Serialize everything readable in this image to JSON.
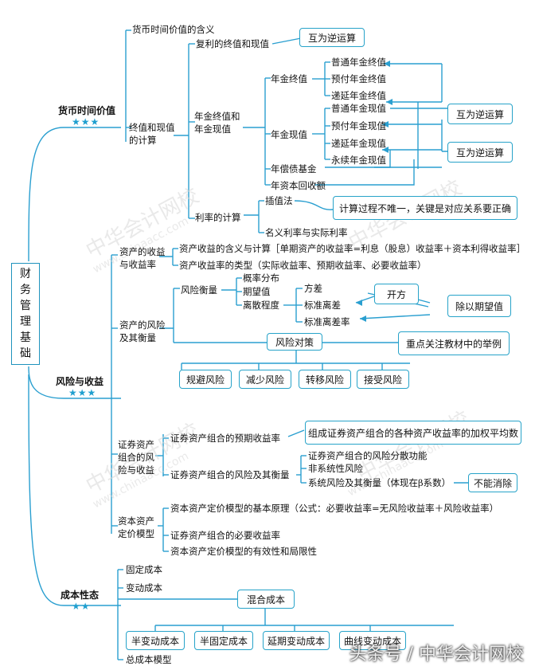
{
  "root": {
    "chars": [
      "财",
      "务",
      "管",
      "理",
      "基",
      "础"
    ]
  },
  "section1": {
    "title": "货币时间价值",
    "stars": "★★★",
    "meaning": "货币时间价值的含义",
    "calc": "终值和现值的计算",
    "compound": "复利的终值和现值",
    "annuity": "年金终值和年金现值",
    "annuity_fv": "年金终值",
    "annuity_pv": "年金现值",
    "fv_items": [
      "普通年金终值",
      "预付年金终值",
      "递延年金终值"
    ],
    "pv_items": [
      "普通年金现值",
      "预付年金现值",
      "递延年金现值",
      "永续年金现值"
    ],
    "sinking": "年偿债基金",
    "recovery": "年资本回收额",
    "rate": "利率的计算",
    "interp": "插值法",
    "nominal": "名义利率与实际利率",
    "inverse": "互为逆运算",
    "interp_note": "计算过程不唯一，关键是对应关系要正确"
  },
  "section2": {
    "title": "风险与收益",
    "stars": "★★★",
    "ret": "资产的收益与收益率",
    "ret1": "资产收益的含义与计算［单期资产的收益率=利息（股息）收益率＋资本利得收益率］",
    "ret2": "资产收益率的类型（实际收益率、预期收益率、必要收益率）",
    "risk": "资产的风险及其衡量",
    "measure": "风险衡量",
    "measure_items": [
      "概率分布",
      "期望值",
      "离散程度"
    ],
    "dispersion": [
      "方差",
      "标准离差",
      "标准离差率"
    ],
    "sqrt": "开方",
    "div": "除以期望值",
    "response": "风险对策",
    "response_note": "重点关注教材中的举例",
    "responses": [
      "规避风险",
      "减少风险",
      "转移风险",
      "接受风险"
    ],
    "portfolio": "证券资产组合的风险与收益",
    "pf_ret": "证券资产组合的预期收益率",
    "pf_ret_note": "组成证券资产组合的各种资产收益率的加权平均数",
    "pf_risk": "证券资产组合的风险及其衡量",
    "pf_risk_items": [
      "证券资产组合的风险分散功能",
      "非系统性风险",
      "系统风险及其衡量（体现在β系数）"
    ],
    "cannot": "不能消除",
    "capm": "资本资产定价模型",
    "capm1": "资本资产定价模型的基本原理（公式：必要收益率=无风险收益率＋风险收益率）",
    "capm2": "证券资产组合的必要收益率",
    "capm3": "资本资产定价模型的有效性和局限性"
  },
  "section3": {
    "title": "成本性态",
    "stars": "★★",
    "fixed": "固定成本",
    "variable": "变动成本",
    "mixed": "混合成本",
    "mixed_items": [
      "半变动成本",
      "半固定成本",
      "延期变动成本",
      "曲线变动成本"
    ],
    "total": "总成本模型"
  },
  "watermark": {
    "cn": "中华会计网校",
    "url": "www.chinaacc.com"
  },
  "footer": "头条号 / 中华会计网校"
}
